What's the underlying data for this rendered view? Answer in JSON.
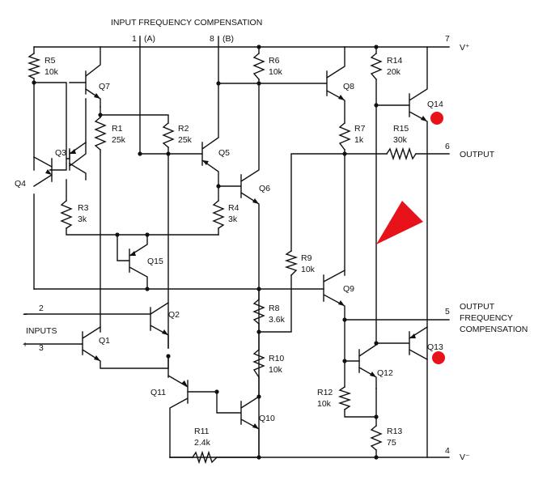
{
  "header": {
    "title": "INPUT FREQUENCY COMPENSATION",
    "pin_a_num": "1",
    "pin_a": "(A)",
    "pin_b_num": "8",
    "pin_b": "(B)"
  },
  "pins": {
    "vplus_num": "7",
    "vplus": "V⁺",
    "output_num": "6",
    "output": "OUTPUT",
    "ofc_num": "5",
    "ofc_1": "OUTPUT",
    "ofc_2": "FREQUENCY",
    "ofc_3": "COMPENSATION",
    "vminus_num": "4",
    "vminus": "V⁻",
    "inputs": "INPUTS",
    "inv_sign": "−",
    "inv_num": "2",
    "noninv_sign": "+",
    "noninv_num": "3"
  },
  "resistors": {
    "r5": "R5",
    "r5v": "10k",
    "r1": "R1",
    "r1v": "25k",
    "r2": "R2",
    "r2v": "25k",
    "r3": "R3",
    "r3v": "3k",
    "r4": "R4",
    "r4v": "3k",
    "r6": "R6",
    "r6v": "10k",
    "r7": "R7",
    "r7v": "1k",
    "r14": "R14",
    "r14v": "20k",
    "r15": "R15",
    "r15v": "30k",
    "r9": "R9",
    "r9v": "10k",
    "r8": "R8",
    "r8v": "3.6k",
    "r10": "R10",
    "r10v": "10k",
    "r11": "R11",
    "r11v": "2.4k",
    "r12": "R12",
    "r12v": "10k",
    "r13": "R13",
    "r13v": "75"
  },
  "transistors": {
    "q1": "Q1",
    "q2": "Q2",
    "q3": "Q3",
    "q4": "Q4",
    "q5": "Q5",
    "q6": "Q6",
    "q7": "Q7",
    "q8": "Q8",
    "q9": "Q9",
    "q10": "Q10",
    "q11": "Q11",
    "q12": "Q12",
    "q13": "Q13",
    "q14": "Q14",
    "q15": "Q15"
  },
  "annotations": {
    "marker_color": "#e8121a",
    "ink_color": "#111111"
  }
}
